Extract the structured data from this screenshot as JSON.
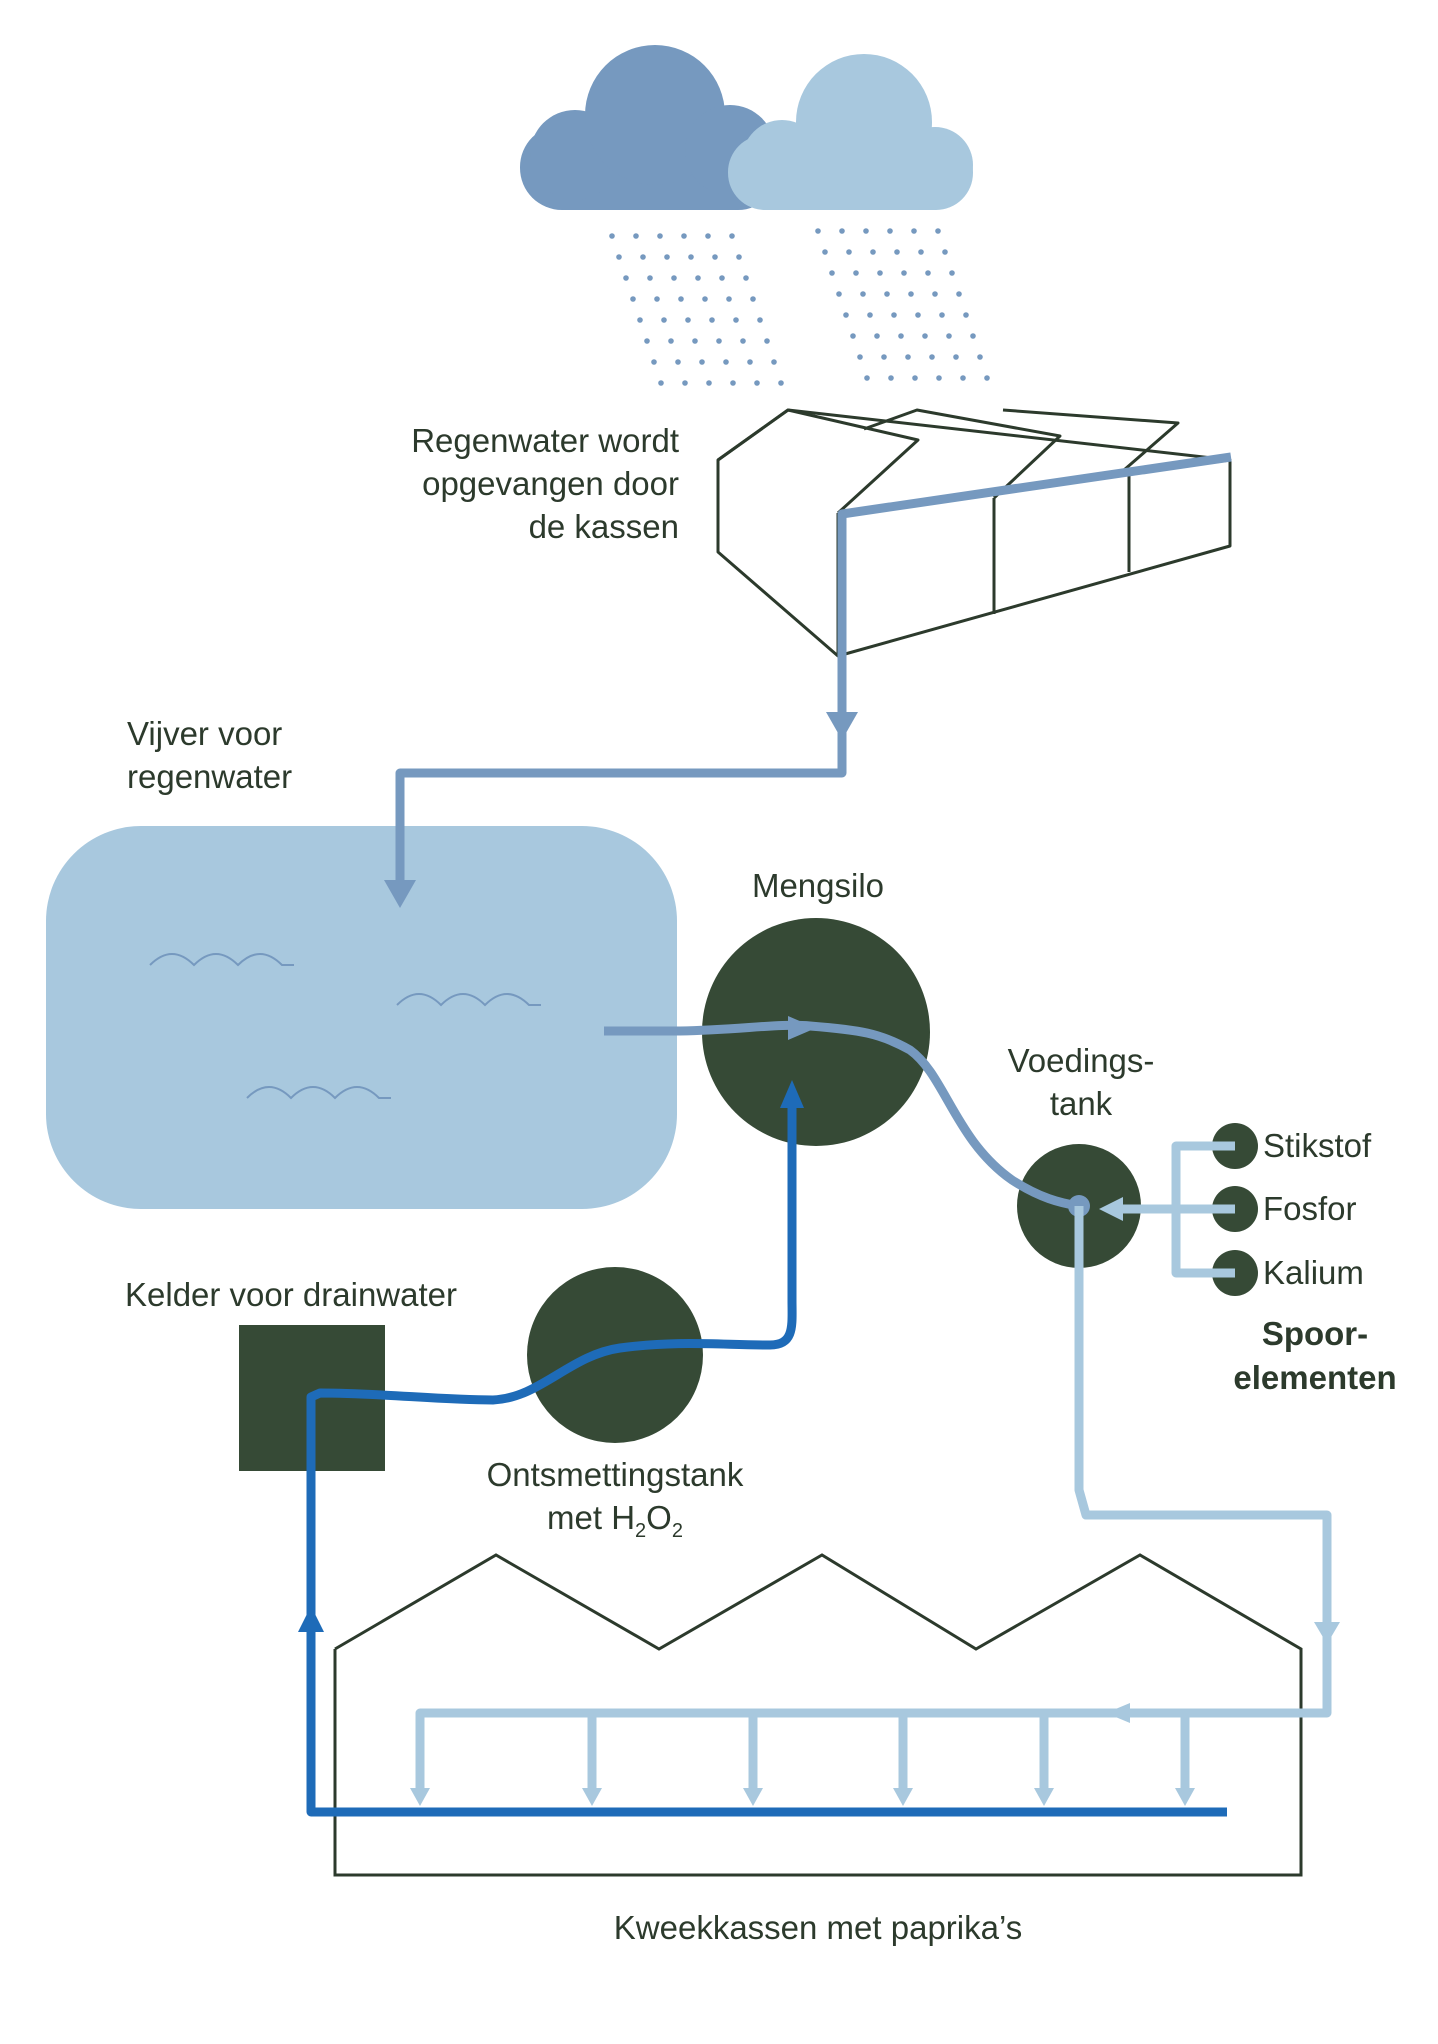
{
  "labels": {
    "rain_line1": "Regenwater wordt",
    "rain_line2": "opgevangen door",
    "rain_line3": "de kassen",
    "pond_line1": "Vijver voor",
    "pond_line2": "regenwater",
    "mengsilo": "Mengsilo",
    "voedings_line1": "Voedings-",
    "voedings_line2": "tank",
    "stikstof": "Stikstof",
    "fosfor": "Fosfor",
    "kalium": "Kalium",
    "spoor_line1": "Spoor-",
    "spoor_line2": "elementen",
    "kelder": "Kelder voor drainwater",
    "ontsmet_line1": "Ontsmettingstank",
    "ontsmet_prefix": "met H",
    "ontsmet_sub1": "2",
    "ontsmet_mid": "O",
    "ontsmet_sub2": "2",
    "kweek": "Kweekkassen met paprika’s"
  },
  "colors": {
    "cloud_dark": "#7699bf",
    "cloud_light": "#a8c8de",
    "pond": "#a8c8de",
    "rain_pipe": "#7699bf",
    "nutrient_pipe": "#a8c8de",
    "drain_pipe": "#1e6bb8",
    "tank": "#364a36",
    "outline": "#2c3a2c"
  }
}
